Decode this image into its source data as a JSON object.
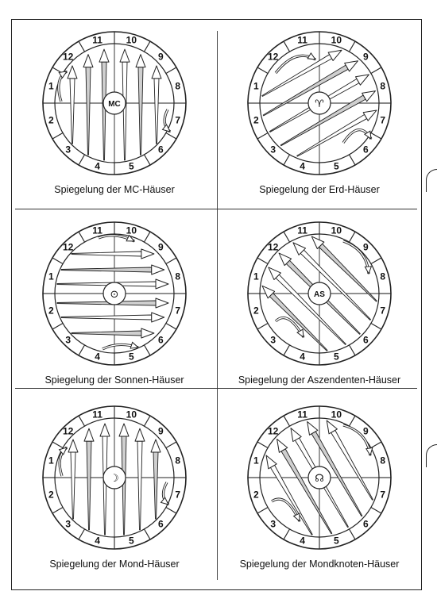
{
  "panels": [
    {
      "id": "mc",
      "caption": "Spiegelung der MC-Häuser",
      "center_label": "MC",
      "center_kind": "text",
      "house_numbers": [
        "1",
        "2",
        "3",
        "4",
        "5",
        "6",
        "7",
        "8",
        "9",
        "10",
        "11",
        "12"
      ]
    },
    {
      "id": "erd",
      "caption": "Spiegelung der Erd-Häuser",
      "center_label": "♈",
      "center_kind": "glyph",
      "house_numbers": [
        "1",
        "2",
        "3",
        "4",
        "5",
        "6",
        "7",
        "8",
        "9",
        "10",
        "11",
        "12"
      ]
    },
    {
      "id": "sonne",
      "caption": "Spiegelung der Sonnen-Häuser",
      "center_label": "⊙",
      "center_kind": "glyph",
      "house_numbers": [
        "1",
        "2",
        "3",
        "4",
        "5",
        "6",
        "7",
        "8",
        "9",
        "10",
        "11",
        "12"
      ]
    },
    {
      "id": "as",
      "caption": "Spiegelung der Aszendenten-Häuser",
      "center_label": "AS",
      "center_kind": "text",
      "house_numbers": [
        "1",
        "2",
        "3",
        "4",
        "5",
        "6",
        "7",
        "8",
        "9",
        "10",
        "11",
        "12"
      ]
    },
    {
      "id": "mond",
      "caption": "Spiegelung der Mond-Häuser",
      "center_label": "☽",
      "center_kind": "glyph",
      "house_numbers": [
        "1",
        "2",
        "3",
        "4",
        "5",
        "6",
        "7",
        "8",
        "9",
        "10",
        "11",
        "12"
      ]
    },
    {
      "id": "knoten",
      "caption": "Spiegelung der Mondknoten-Häuser",
      "center_label": "☊",
      "center_kind": "glyph",
      "house_numbers": [
        "1",
        "2",
        "3",
        "4",
        "5",
        "6",
        "7",
        "8",
        "9",
        "10",
        "11",
        "12"
      ]
    }
  ],
  "style": {
    "line_color": "#222222",
    "background": "#ffffff"
  }
}
